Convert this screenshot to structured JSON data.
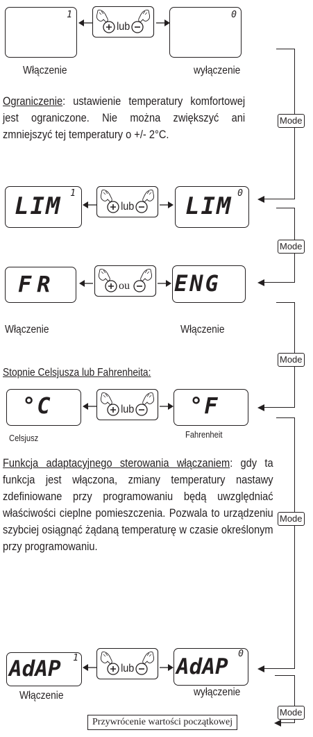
{
  "rows": [
    {
      "left_display": "",
      "left_sup": "1",
      "right_display": "",
      "right_sup": "0",
      "connector": "lub",
      "left_caption": "Włączenie",
      "right_caption": "wyłączenie"
    },
    {
      "left_display": "LIM",
      "left_sup": "1",
      "right_display": "LIM",
      "right_sup": "0",
      "connector": "lub"
    },
    {
      "left_display": "FR",
      "left_sup": "",
      "right_display": "ENG",
      "right_sup": "",
      "connector": "ou",
      "left_caption": "Włączenie",
      "right_caption": "Włączenie"
    },
    {
      "left_display": "°C",
      "left_sup": "",
      "right_display": "°F",
      "right_sup": "",
      "connector": "lub",
      "left_caption": "Celsjusz",
      "right_caption": "Fahrenheit"
    },
    {
      "left_display": "AdAP",
      "left_sup": "1",
      "right_display": "AdAP",
      "right_sup": "0",
      "connector": "lub",
      "left_caption": "Włączenie",
      "right_caption": "wyłączenie"
    }
  ],
  "paragraph_limit": {
    "heading": "Ograniczenie",
    "text": ": ustawienie temperatury komfortowej jest ograniczone. Nie można zwiększyć ani zmniejszyć tej temperatury o +/- 2°C."
  },
  "heading_units": "Stopnie Celsjusza lub Fahrenheita:",
  "paragraph_adaptive": {
    "heading": "Funkcja adaptacyjnego sterowania włączaniem",
    "text": ": gdy ta funkcja jest włączona, zmiany temperatury nastawy zdefiniowane przy programowaniu będą uwzględniać właściwości cieplne pomieszczenia. Pozwala to urządzeniu szybciej osiągnąć żądaną temperaturę w czasie określonym przy programowaniu."
  },
  "mode_label": "Mode",
  "reset_label": "Przywrócenie wartości początkowej"
}
